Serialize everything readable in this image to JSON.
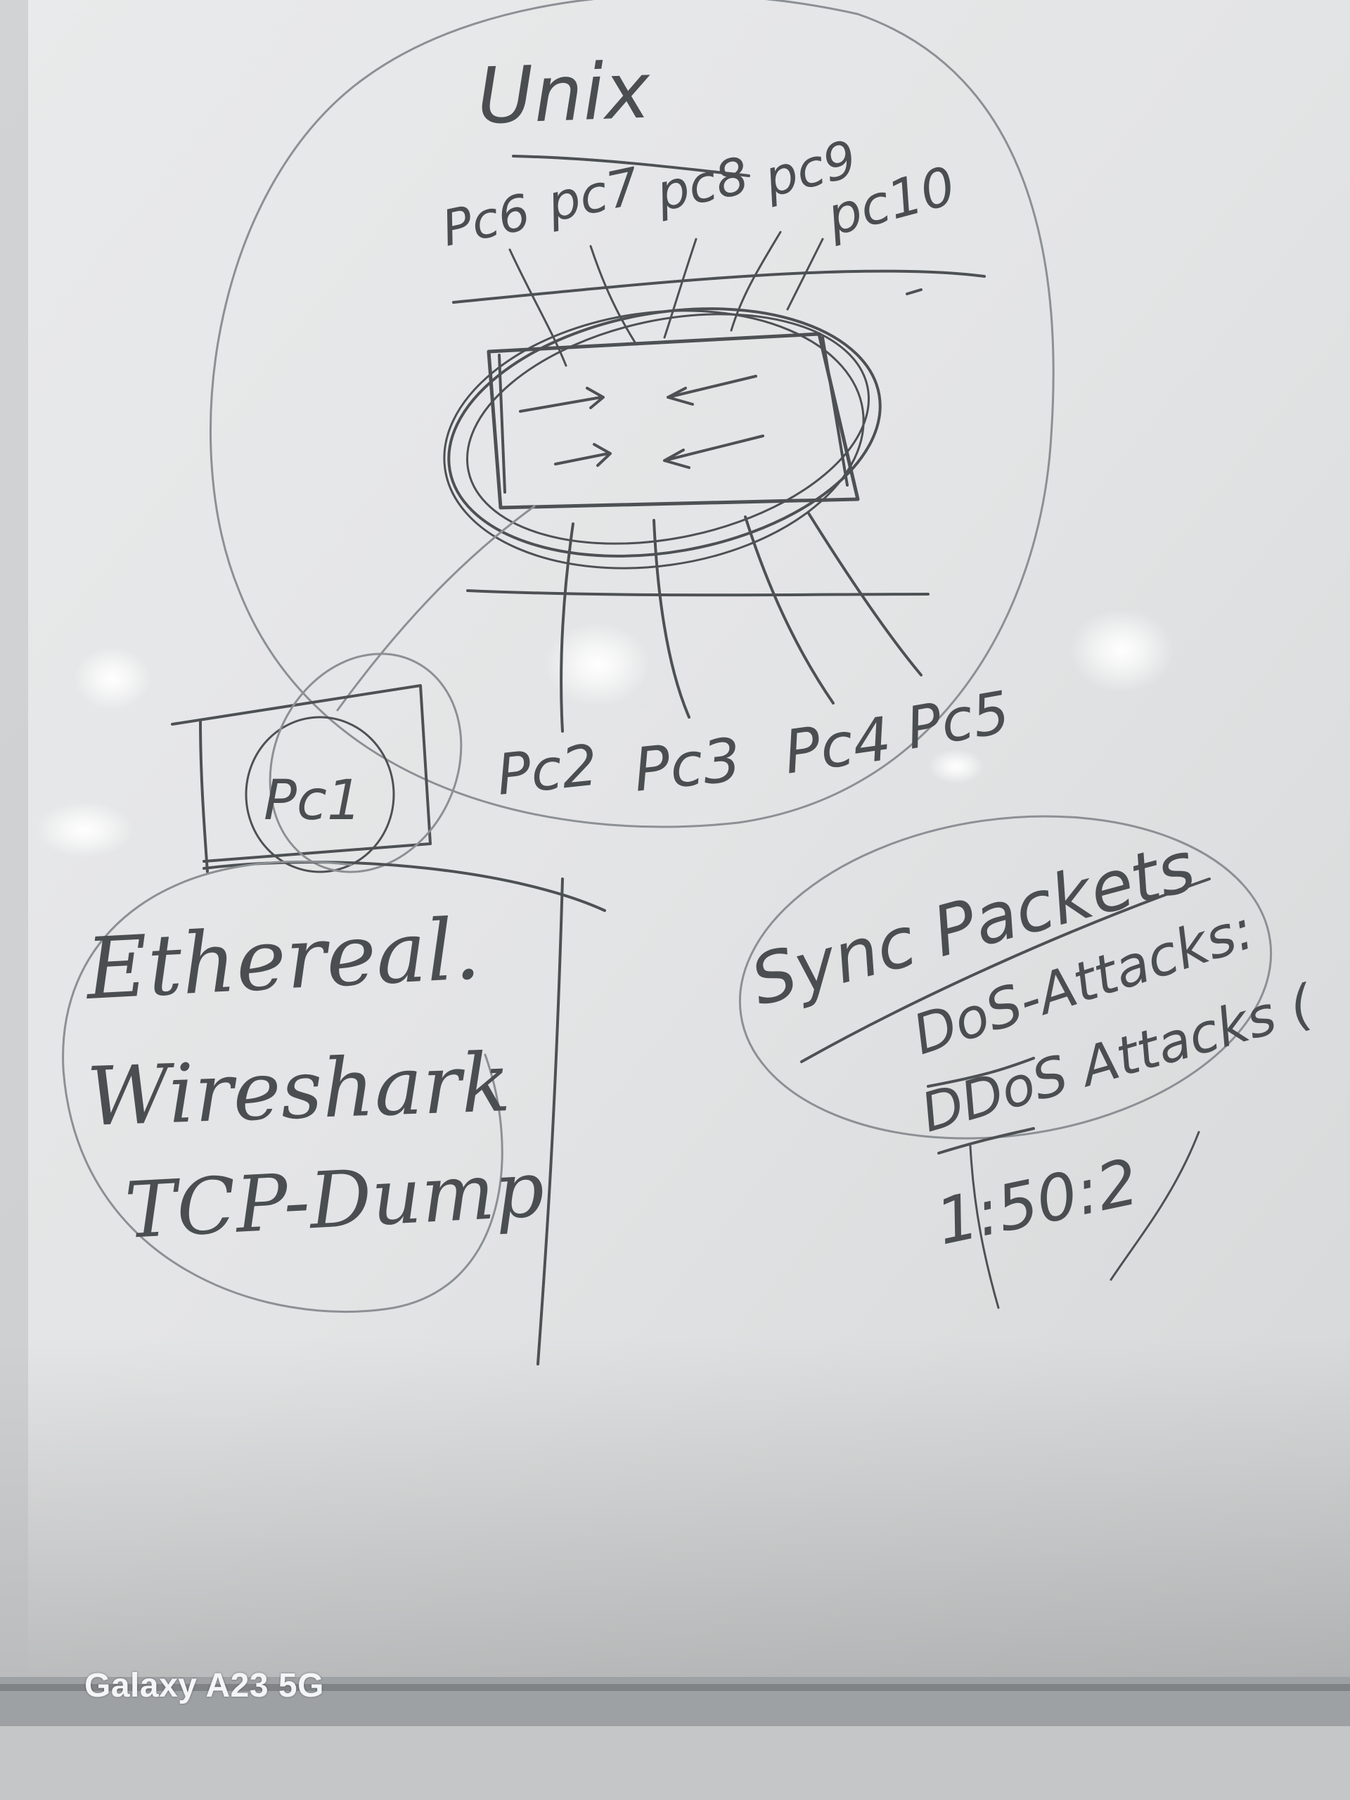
{
  "board": {
    "unix_title": "Unix",
    "top_pcs": [
      "Pc6",
      "pc7",
      "pc8",
      "pc9",
      "pc10"
    ],
    "bottom_pcs": [
      "Pc2",
      "Pc3",
      "Pc4",
      "Pc5"
    ],
    "monitor_label": "Pc1",
    "tools": [
      "Ethereal.",
      "Wireshark",
      "TCP-Dump"
    ],
    "attack_notes": [
      "Sync Packets",
      "DoS-Attacks:",
      "DDoS Attacks (",
      "1:50:2"
    ]
  },
  "camera_watermark": "Galaxy A23 5G",
  "colors": {
    "marker_ink": "#4d5154",
    "whiteboard": "#e6e7e8",
    "frame": "#9ea1a3"
  }
}
